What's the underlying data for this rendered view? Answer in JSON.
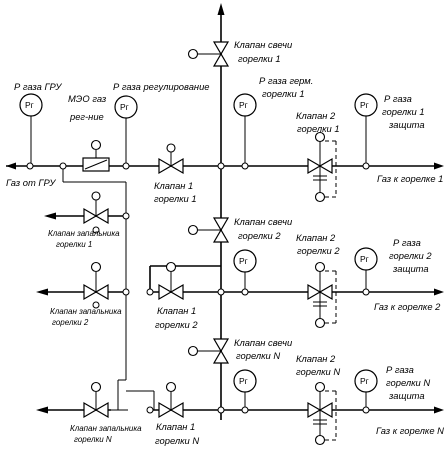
{
  "gauge_symbol": "Рг",
  "labels": {
    "p_gru": "Р газа ГРУ",
    "mzo_1": "МЭО газ",
    "mzo_2": "рег-ние",
    "p_reg": "Р газа регулирование",
    "candle1_1": "Клапан свечи",
    "candle1_2": "горелки 1",
    "p_germ_1": "Р газа герм.",
    "p_germ_2": "горелки 1",
    "k2b1_1": "Клапан 2",
    "k2b1_2": "горелки 1",
    "p_prot1_1": "Р газа",
    "p_prot1_2": "горелки 1",
    "p_prot1_3": "защита",
    "gas_from_gru": "Газ от ГРУ",
    "k1b1_1": "Клапан 1",
    "k1b1_2": "горелки 1",
    "to_burner_1": "Газ к горелке 1",
    "ign1_1": "Клапан запальника",
    "ign1_2": "горелки 1",
    "candle2_1": "Клапан свечи",
    "candle2_2": "горелки 2",
    "k2b2_1": "Клапан 2",
    "k2b2_2": "горелки 2",
    "p_prot2_1": "Р газа",
    "p_prot2_2": "горелки 2",
    "p_prot2_3": "защита",
    "ign2_1": "Клапан запальника",
    "ign2_2": "горелки 2",
    "k1b2_1": "Клапан 1",
    "k1b2_2": "горелки 2",
    "to_burner_2": "Газ к горелке 2",
    "candleN_1": "Клапан свечи",
    "candleN_2": "горелки N",
    "k2bN_1": "Клапан 2",
    "k2bN_2": "горелки N",
    "p_protN_1": "Р газа",
    "p_protN_2": "горелки N",
    "p_protN_3": "защита",
    "ignN_1": "Клапан запальника",
    "ignN_2": "горелки N",
    "k1bN_1": "Клапан 1",
    "k1bN_2": "горелки N",
    "to_burner_N": "Газ к горелке N"
  }
}
